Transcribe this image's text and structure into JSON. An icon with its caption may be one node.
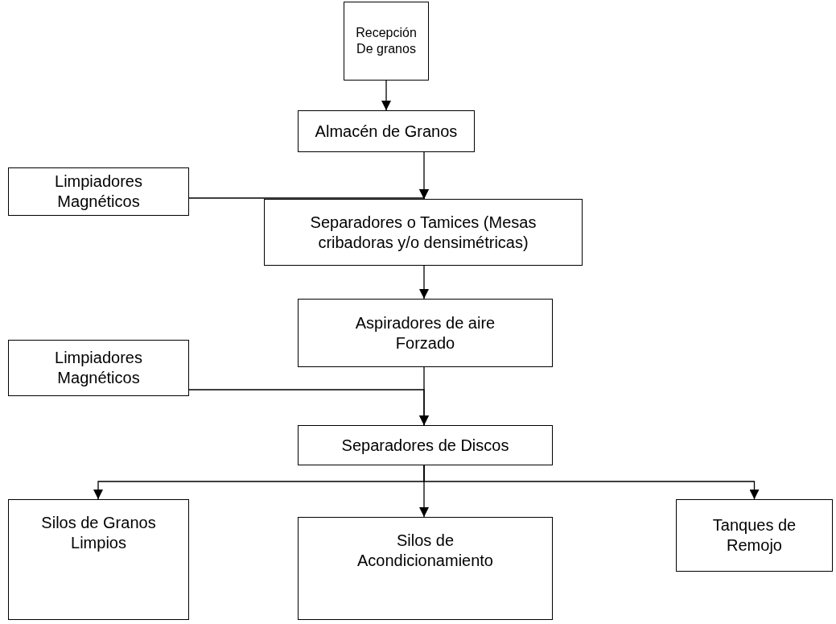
{
  "diagram": {
    "nodes": [
      {
        "text": [
          "Recepción De granos"
        ]
      },
      {
        "text": [
          "Almacén de Granos"
        ]
      },
      {
        "text": [
          "Limpiadores Magnéticos"
        ]
      },
      {
        "text": [
          "Separadores o Tamices (Mesas cribadoras y/o densimétricas)"
        ]
      },
      {
        "text": [
          "Aspiradores de aire Forzado"
        ]
      },
      {
        "text": [
          "Limpiadores Magnéticos"
        ]
      },
      {
        "text": [
          "Separadores de Discos"
        ]
      },
      {
        "text": [
          "Silos de Granos Limpios"
        ]
      },
      {
        "text": [
          "Silos de Acondicionamiento"
        ]
      },
      {
        "text": [
          "Tanques de Remojo"
        ]
      }
    ],
    "edges": [
      {
        "from": 0,
        "to": 1,
        "arrow": "to"
      },
      {
        "from": 1,
        "to": 3,
        "arrow": "to"
      },
      {
        "from": 2,
        "to": 3,
        "arrow": "to"
      },
      {
        "from": 3,
        "to": 4,
        "arrow": "to"
      },
      {
        "from": 4,
        "to": 6,
        "arrow": "to"
      },
      {
        "from": 5,
        "to": 6,
        "arrow": "to"
      },
      {
        "from": 6,
        "to": 7,
        "arrow": "to"
      },
      {
        "from": 6,
        "to": 8,
        "arrow": "to"
      },
      {
        "from": 6,
        "to": 9,
        "arrow": "to"
      }
    ]
  }
}
